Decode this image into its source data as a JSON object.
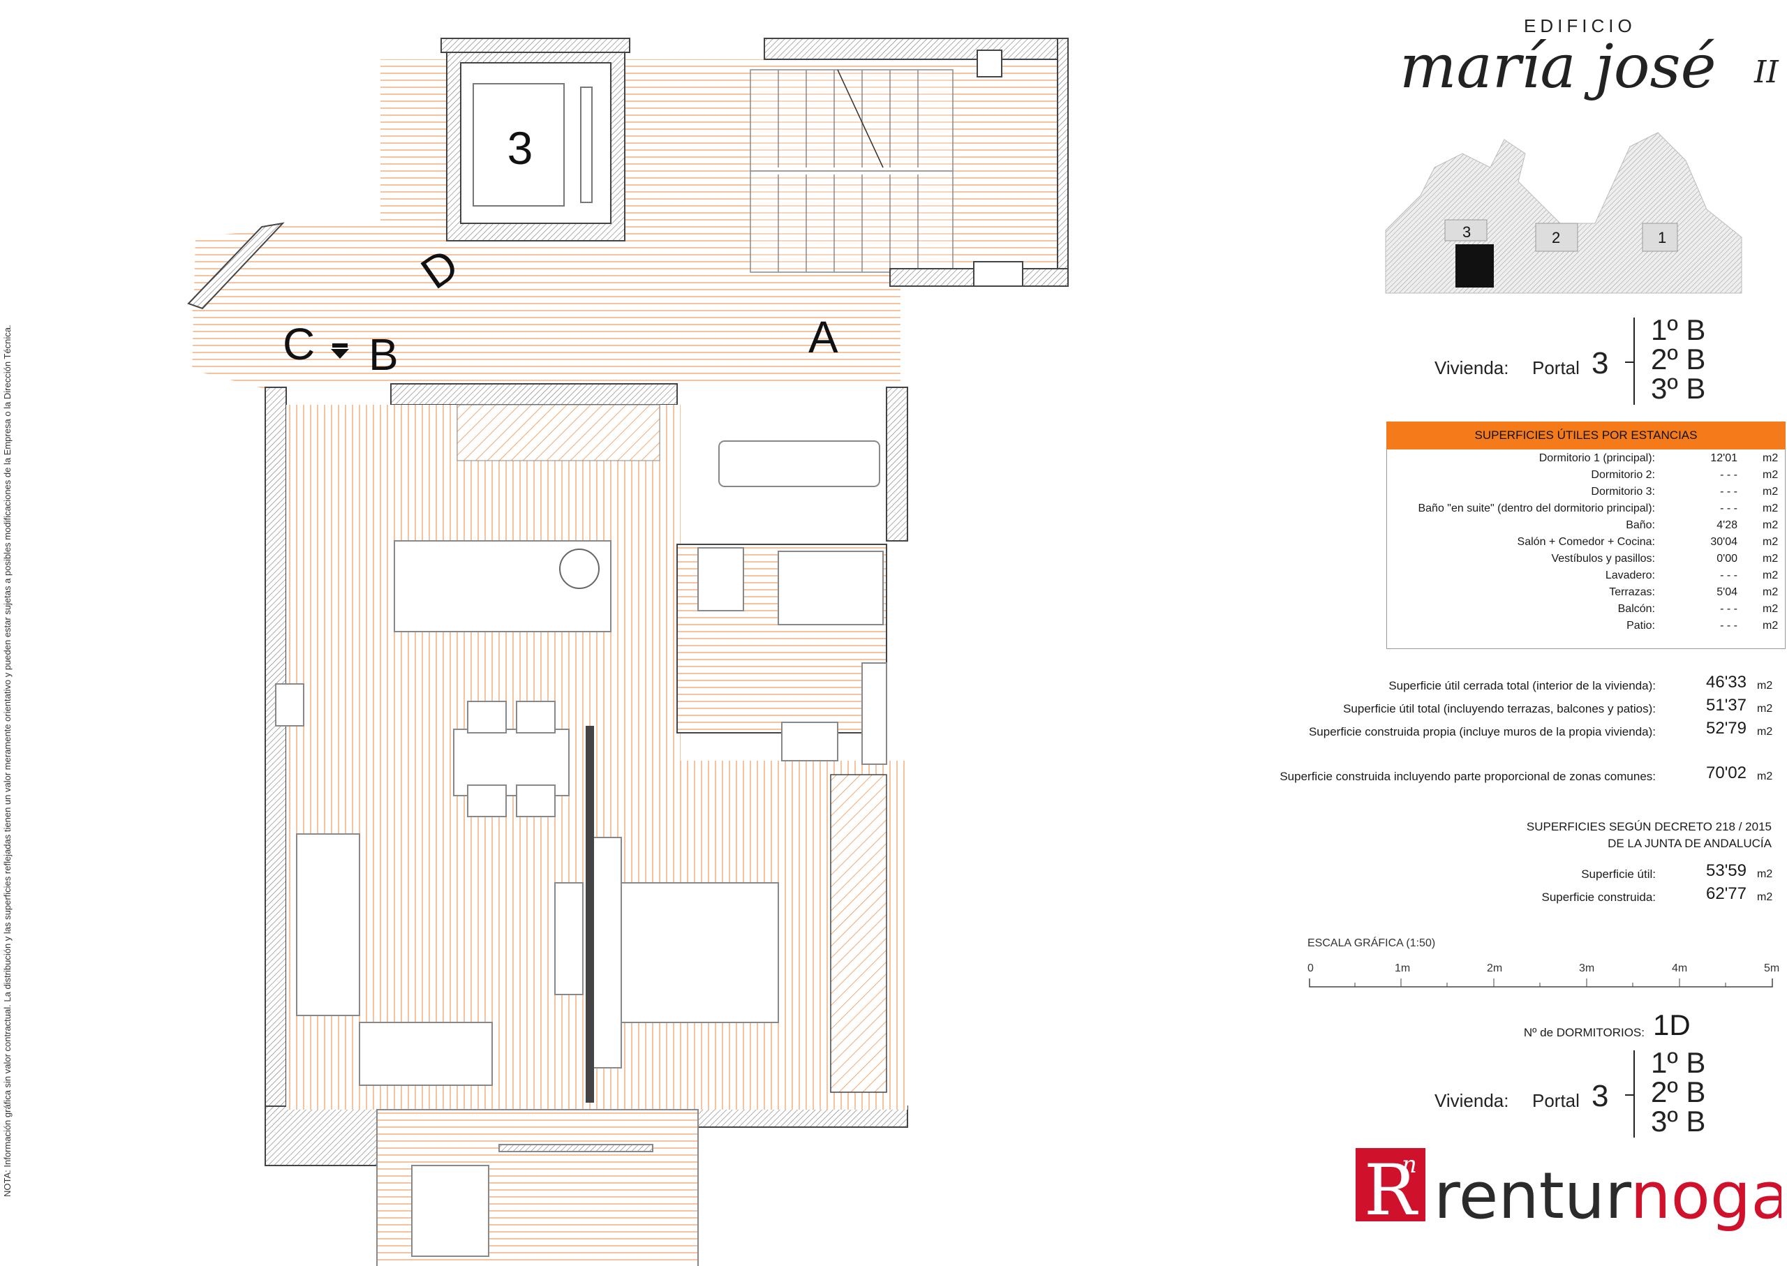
{
  "side_note": "NOTA:   Información gráfica sin valor contractual. La distribución y las superficies reflejadas tienen un valor meramente orientativo y pueden estar sujetas a posibles modificaciones de la Empresa o la Dirección Técnica.",
  "header": {
    "edificio": "EDIFICIO",
    "name_script": "maría josé",
    "name_suffix": "II"
  },
  "plan": {
    "labels": {
      "lift": "3",
      "d": "D",
      "c": "C",
      "b": "B",
      "a": "A"
    }
  },
  "keyplan": {
    "portals": [
      "3",
      "2",
      "1"
    ]
  },
  "vivienda": {
    "label": "Vivienda:",
    "portal_label": "Portal",
    "portal_number": "3",
    "floors": [
      "1º B",
      "2º B",
      "3º B"
    ]
  },
  "superficies_table": {
    "title": "SUPERFICIES ÚTILES POR ESTANCIAS",
    "rows": [
      {
        "label": "Dormitorio 1 (principal):",
        "value": "12'01",
        "unit": "m2"
      },
      {
        "label": "Dormitorio 2:",
        "value": "- - -",
        "unit": "m2"
      },
      {
        "label": "Dormitorio 3:",
        "value": "- - -",
        "unit": "m2"
      },
      {
        "label": "Baño \"en suite\" (dentro del dormitorio principal):",
        "value": "- - -",
        "unit": "m2"
      },
      {
        "label": "Baño:",
        "value": "4'28",
        "unit": "m2"
      },
      {
        "label": "Salón + Comedor + Cocina:",
        "value": "30'04",
        "unit": "m2"
      },
      {
        "label": "Vestíbulos y pasillos:",
        "value": "0'00",
        "unit": "m2"
      },
      {
        "label": "Lavadero:",
        "value": "- - -",
        "unit": "m2"
      },
      {
        "label": "Terrazas:",
        "value": "5'04",
        "unit": "m2"
      },
      {
        "label": "Balcón:",
        "value": "- - -",
        "unit": "m2"
      },
      {
        "label": "Patio:",
        "value": "- - -",
        "unit": "m2"
      }
    ]
  },
  "totals": [
    {
      "label": "Superficie útil cerrada total (interior de la vivienda):",
      "value": "46'33",
      "unit": "m2"
    },
    {
      "label": "Superficie útil total (incluyendo terrazas, balcones y patios):",
      "value": "51'37",
      "unit": "m2"
    },
    {
      "label": "Superficie construida propia (incluye muros de la propia vivienda):",
      "value": "52'79",
      "unit": "m2"
    }
  ],
  "comunes": {
    "label": "Superficie construida incluyendo parte proporcional de zonas comunes:",
    "value": "70'02",
    "unit": "m2"
  },
  "decreto": {
    "title_line1": "SUPERFICIES SEGÚN DECRETO 218 / 2015",
    "title_line2": "DE LA JUNTA DE ANDALUCÍA",
    "rows": [
      {
        "label": "Superficie útil:",
        "value": "53'59",
        "unit": "m2"
      },
      {
        "label": "Superficie construida:",
        "value": "62'77",
        "unit": "m2"
      }
    ]
  },
  "escala": {
    "title": "ESCALA GRÁFICA (1:50)",
    "ticks": [
      "0",
      "1m",
      "2m",
      "3m",
      "4m",
      "5m"
    ]
  },
  "dormitorios": {
    "label": "Nº de DORMITORIOS:",
    "value": "1D"
  },
  "brand": {
    "mark_r": "R",
    "mark_n": "n",
    "name_a": "rentur",
    "name_b": "noga"
  },
  "colors": {
    "accent": "#f47a1a",
    "brand_red": "#d0112b",
    "hatch": "#f0a060",
    "wall": "#8a8a8a"
  }
}
